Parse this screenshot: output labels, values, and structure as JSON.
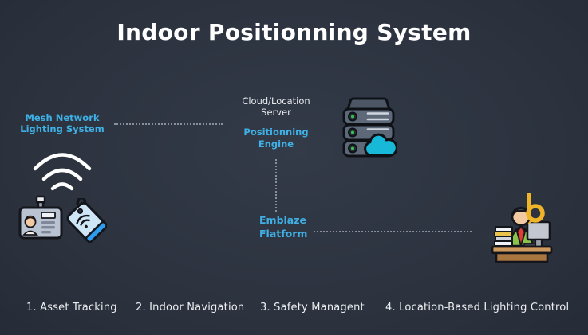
{
  "title": "Indoor Positionning System",
  "colors": {
    "background": "#2d3440",
    "accent_cyan": "#3fb0e5",
    "text_white": "#eceef1",
    "logo_yellow": "#f0b429",
    "cloud_cyan": "#17b8d8",
    "connector_gray": "#8a909b"
  },
  "nodes": {
    "mesh_network": {
      "label": "Mesh Network\nLighting System"
    },
    "cloud_server": {
      "label": "Cloud/Location\nServer"
    },
    "positioning_engine": {
      "label": "Positionning\nEngine"
    },
    "emblaze_platform": {
      "label": "Emblaze\nFlatform"
    }
  },
  "icons": {
    "wifi": "wifi-signal-arcs",
    "id_badge": "employee-id-badge",
    "beacon_tag": "wifi-beacon-tag",
    "server": "server-stack-with-cloud",
    "operator": "person-at-desk-with-monitor",
    "b_logo_glyph": "b"
  },
  "footer": {
    "items": [
      "1. Asset Tracking",
      "2. Indoor Navigation",
      "3. Safety Managent",
      "4. Location-Based Lighting Control"
    ]
  }
}
